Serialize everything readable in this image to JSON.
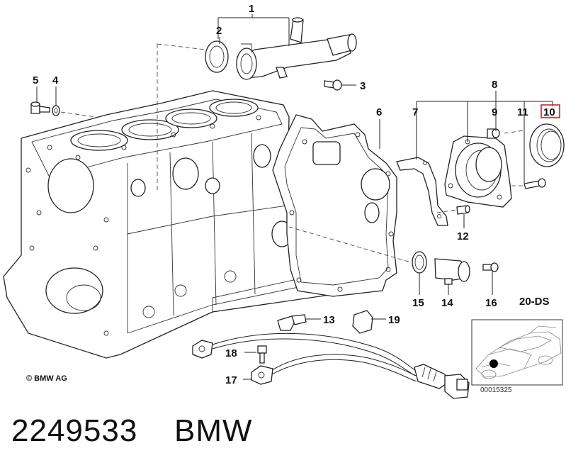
{
  "diagram": {
    "callouts": {
      "n1": "1",
      "n2": "2",
      "n3": "3",
      "n4": "4",
      "n5": "5",
      "n6": "6",
      "n7": "7",
      "n8": "8",
      "n9": "9",
      "n10": "10",
      "n11": "11",
      "n12": "12",
      "n13": "13",
      "n14": "14",
      "n15": "15",
      "n16": "16",
      "n17": "17",
      "n18": "18",
      "n19": "19"
    },
    "highlighted_callout": "10",
    "highlight_color": "#d0202a",
    "model_code": "20-DS",
    "copyright": "© BMW AG",
    "inset_code": "00015325"
  },
  "footer": {
    "part_number": "2249533",
    "brand": "BMW"
  }
}
